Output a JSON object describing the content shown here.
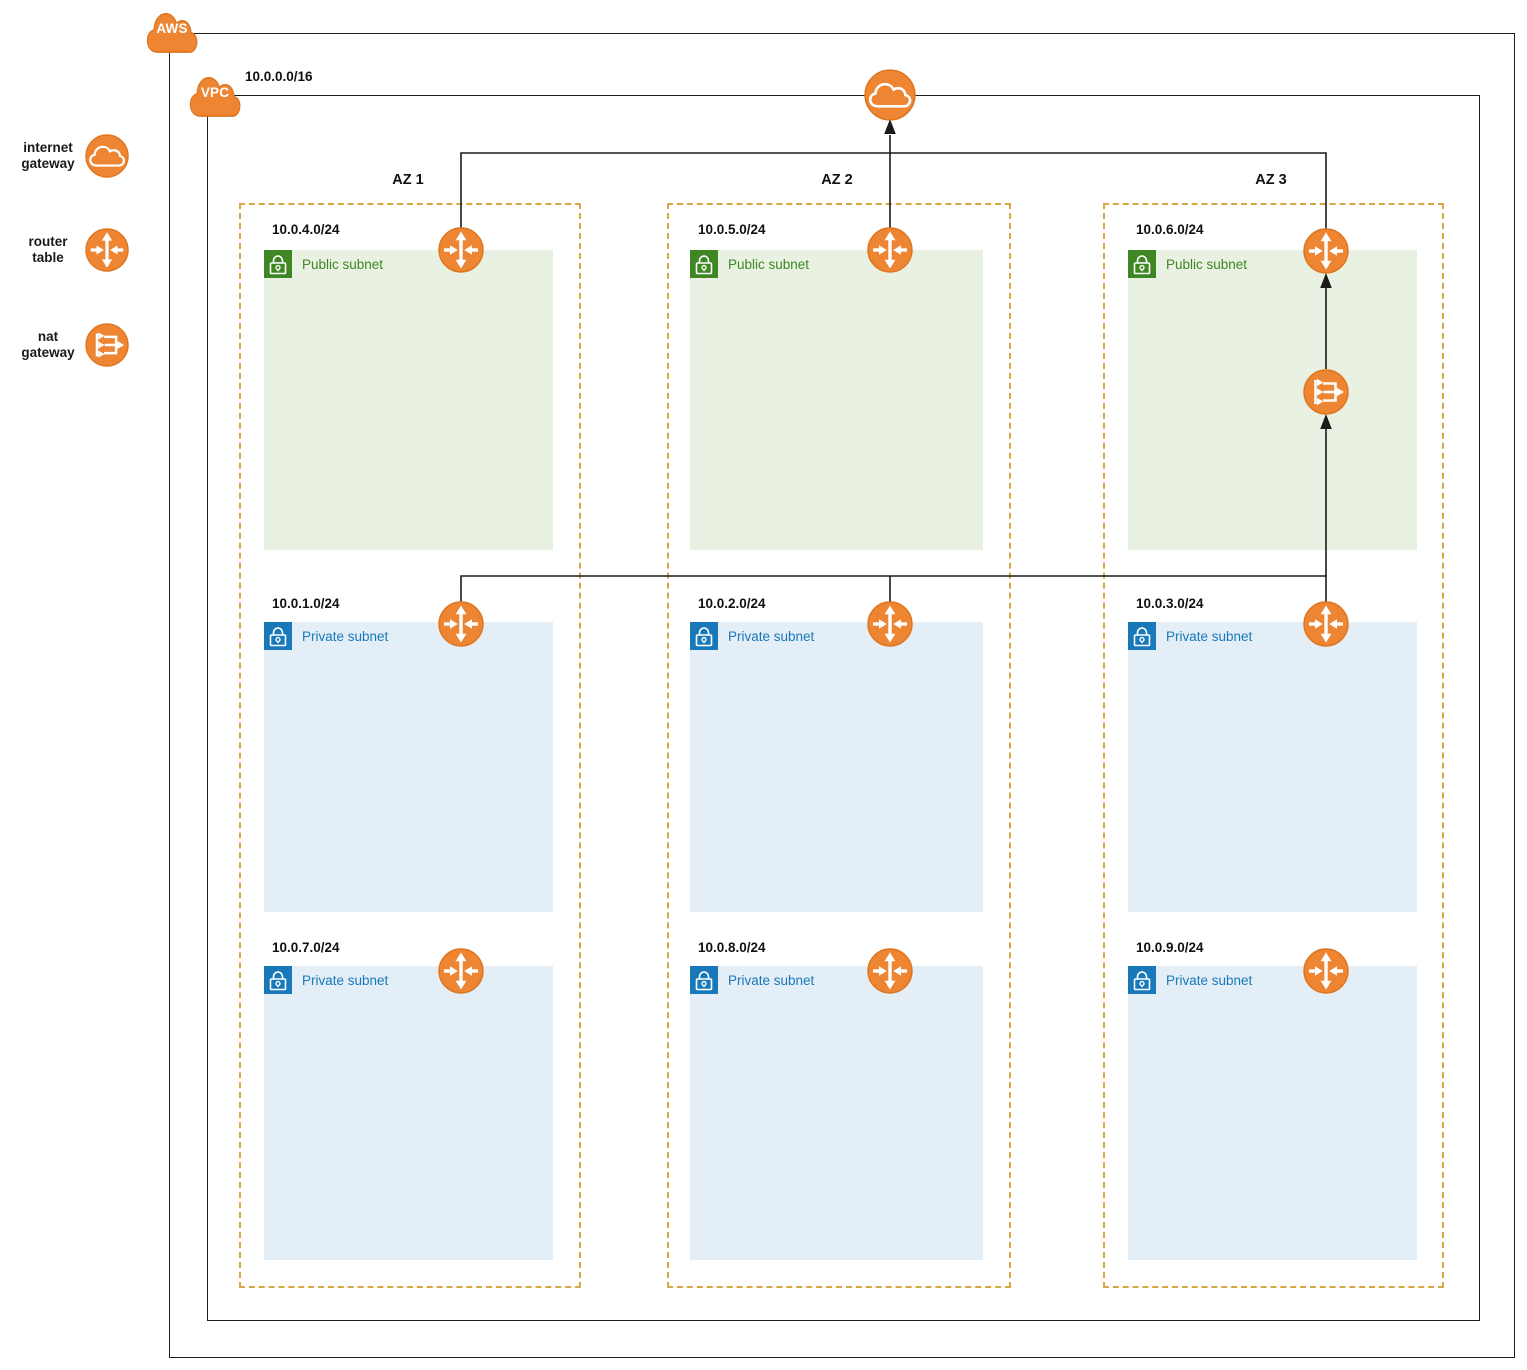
{
  "boundaries": {
    "aws_label": "AWS",
    "vpc_label": "VPC",
    "vpc_cidr": "10.0.0.0/16"
  },
  "legend": {
    "items": [
      {
        "icon": "internet-gateway-icon",
        "label": "internet\ngateway"
      },
      {
        "icon": "router-table-icon",
        "label": "router\ntable"
      },
      {
        "icon": "nat-gateway-icon",
        "label": "nat\ngateway"
      }
    ]
  },
  "azs": [
    {
      "label": "AZ 1",
      "subnets": [
        {
          "cidr": "10.0.4.0/24",
          "name": "Public subnet",
          "type": "public"
        },
        {
          "cidr": "10.0.1.0/24",
          "name": "Private subnet",
          "type": "private"
        },
        {
          "cidr": "10.0.7.0/24",
          "name": "Private subnet",
          "type": "private"
        }
      ]
    },
    {
      "label": "AZ 2",
      "subnets": [
        {
          "cidr": "10.0.5.0/24",
          "name": "Public subnet",
          "type": "public"
        },
        {
          "cidr": "10.0.2.0/24",
          "name": "Private subnet",
          "type": "private"
        },
        {
          "cidr": "10.0.8.0/24",
          "name": "Private subnet",
          "type": "private"
        }
      ]
    },
    {
      "label": "AZ 3",
      "subnets": [
        {
          "cidr": "10.0.6.0/24",
          "name": "Public subnet",
          "type": "public"
        },
        {
          "cidr": "10.0.3.0/24",
          "name": "Private subnet",
          "type": "private"
        },
        {
          "cidr": "10.0.9.0/24",
          "name": "Private subnet",
          "type": "private"
        }
      ]
    }
  ],
  "colors": {
    "icon_orange": "#ED8533",
    "icon_orange_rim": "#DE751F",
    "az_dash_gold": "#D9A741",
    "public_green": "#3F8624",
    "private_blue": "#1779BA",
    "public_fill": "#E9F2E2",
    "private_fill": "#E3EEF6",
    "line_black": "#1a1a1a"
  }
}
